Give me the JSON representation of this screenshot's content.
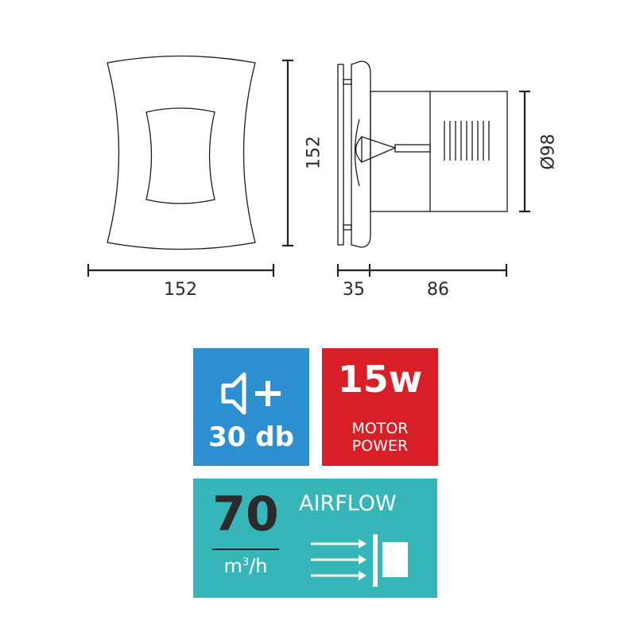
{
  "colors": {
    "line": "#1a1a1a",
    "dim_line": "#222222",
    "sound_tile": "#2e8fd0",
    "power_tile": "#d81f27",
    "airflow_tile": "#36b6b9",
    "airflow_value": "#2b2b2b",
    "white": "#ffffff"
  },
  "dimensions": {
    "front_width": "152",
    "front_height": "152",
    "plate_depth": "35",
    "body_depth": "86",
    "diameter": "Ø98"
  },
  "sound": {
    "icon": "speaker-plus-icon",
    "value": "30 db"
  },
  "power": {
    "value": "15w",
    "label_line1": "MOTOR",
    "label_line2": "POWER"
  },
  "airflow": {
    "value": "70",
    "unit_base": "m",
    "unit_exp": "3",
    "unit_tail": "/h",
    "label": "AIRFLOW",
    "icon": "airflow-arrows-icon"
  }
}
